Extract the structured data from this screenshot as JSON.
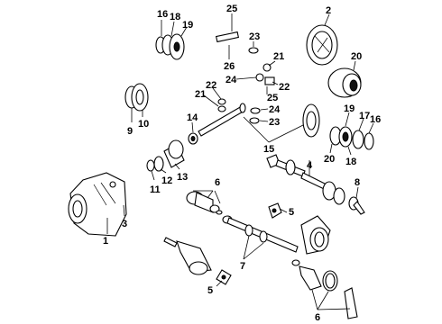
{
  "callouts": {
    "c1": "1",
    "c2": "2",
    "c3": "3",
    "c4": "4",
    "c5a": "5",
    "c5b": "5",
    "c6a": "6",
    "c6b": "6",
    "c7": "7",
    "c8": "8",
    "c9": "9",
    "c10": "10",
    "c11": "11",
    "c12": "12",
    "c13": "13",
    "c14": "14",
    "c15": "15",
    "c16a": "16",
    "c16b": "16",
    "c17": "17",
    "c18a": "18",
    "c18b": "18",
    "c19a": "19",
    "c19b": "19",
    "c20a": "20",
    "c20b": "20",
    "c21a": "21",
    "c21b": "21",
    "c22a": "22",
    "c22b": "22",
    "c23a": "23",
    "c23b": "23",
    "c24a": "24",
    "c24b": "24",
    "c25a": "25",
    "c25b": "25",
    "c26": "26"
  }
}
